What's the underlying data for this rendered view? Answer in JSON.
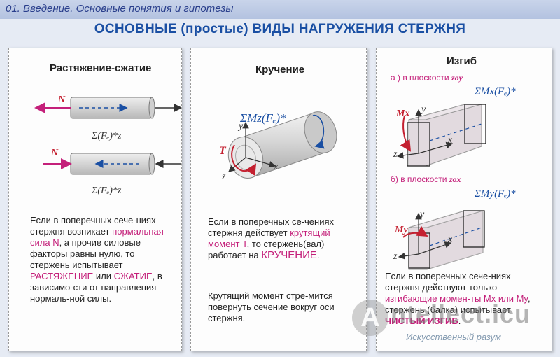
{
  "header": {
    "breadcrumb": "01. Введение. Основные понятия и гипотезы",
    "title": "ОСНОВНЫЕ (простые) ВИДЫ НАГРУЖЕНИЯ СТЕРЖНЯ"
  },
  "tension": {
    "title": "Растяжение-сжатие",
    "force_label_1": "N",
    "force_label_2": "N",
    "sum_label_1": "Σ(Fₑ)*z",
    "sum_label_2": "Σ(Fₑ)*z",
    "text_1": "Если в поперечных сече-ниях стержня возникает",
    "term_force": "нормальная сила N",
    "text_2": ", а прочие силовые факторы равны нулю, то стержень испытывает",
    "term_tension": "РАСТЯЖЕНИЕ",
    "text_or": "или",
    "term_compression": "СЖАТИЕ",
    "text_3": ", в зависимо-сти от направления нормаль-ной силы."
  },
  "torsion": {
    "title": "Кручение",
    "moment_label": "ΣMz(Fₑ)*",
    "axis_y": "y",
    "axis_z": "z",
    "axis_x": "x",
    "torque_label": "T",
    "text_1": "Если в поперечных се-чениях стержня действует",
    "term_torque": "крутящий момент T",
    "text_2": ", то стержень(вал) работает на",
    "term_torsion": "КРУЧЕНИЕ",
    "text_3": "Крутящий момент стре-мится повернуть сечение вокруг оси стержня."
  },
  "bending": {
    "title": "Изгиб",
    "sub_a": "а ) в плоскости",
    "sub_a_plane": "zoy",
    "sub_b": "б) в плоскости",
    "sub_b_plane": "zox",
    "moment_a": "ΣMx(Fₑ)*",
    "moment_b": "ΣMy(Fₑ)*",
    "label_mx": "Mx",
    "label_my": "My",
    "axis_y": "y",
    "axis_z": "z",
    "axis_x": "x",
    "text_1": "Если в поперечных сече-ниях стержня действуют только",
    "term_moments": "изгибающие момен-ты Mx или My",
    "text_2": ", стержень (балка) испытывает",
    "term_pure": "ЧИСТЫЙ ИЗГИБ"
  },
  "watermark": {
    "logo": "A",
    "name": "ntellect.icu",
    "tagline": "Искусственный разум"
  },
  "colors": {
    "accent": "#1a4fa3",
    "highlight": "#c4207a",
    "rod": "#d9d9d9"
  }
}
